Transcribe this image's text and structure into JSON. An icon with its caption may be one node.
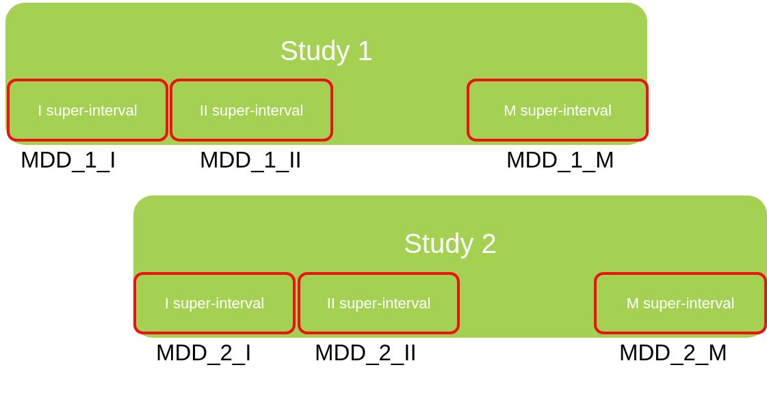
{
  "diagram": {
    "nodes": [
      {
        "text": [
          "Study 1"
        ]
      },
      {
        "text": [
          "I super-interval"
        ],
        "in": 0,
        "beside": [
          "MDD_1_I"
        ]
      },
      {
        "text": [
          "II super-interval"
        ],
        "in": 0,
        "beside": [
          "MDD_1_II"
        ]
      },
      {
        "text": [
          "M super-interval"
        ],
        "in": 0,
        "beside": [
          "MDD_1_M"
        ]
      },
      {
        "text": [
          "Study 2"
        ]
      },
      {
        "text": [
          "I super-interval"
        ],
        "in": 4,
        "beside": [
          "MDD_2_I"
        ]
      },
      {
        "text": [
          "II super-interval"
        ],
        "in": 4,
        "beside": [
          "MDD_2_II"
        ]
      },
      {
        "text": [
          "M super-interval"
        ],
        "in": 4,
        "beside": [
          "MDD_2_M"
        ]
      }
    ]
  }
}
